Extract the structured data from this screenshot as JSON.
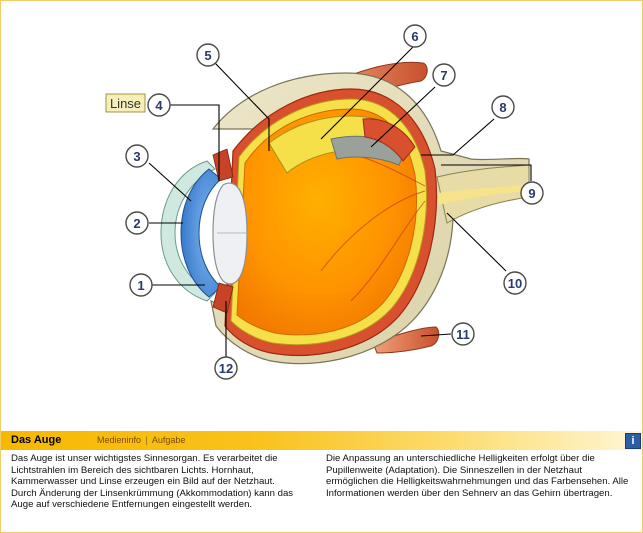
{
  "diagram": {
    "lens_label": "Linse",
    "callouts": [
      "1",
      "2",
      "3",
      "4",
      "5",
      "6",
      "7",
      "8",
      "9",
      "10",
      "11",
      "12"
    ]
  },
  "info_panel": {
    "title": "Das Auge",
    "link_media": "Medieninfo",
    "separator": "|",
    "link_task": "Aufgabe",
    "info_button": "i",
    "text_left": "Das Auge ist unser wichtigstes Sinnesorgan. Es verarbeitet die Lichtstrahlen im Bereich des sichtbaren Lichts. Hornhaut, Kammerwasser und Linse erzeugen ein Bild auf der Netzhaut. Durch Änderung der Linsenkrümmung (Akkommodation) kann das Auge auf verschiedene Entfernungen eingestellt werden.",
    "text_right": "Die Anpassung an unterschiedliche Helligkeiten erfolgt über die Pupillenweite (Adaptation). Die Sinneszellen in der Netzhaut ermöglichen die Helligkeitswahrnehmungen und das Farbensehen. Alle Informationen werden über den Sehnerv an das Gehirn übertragen."
  }
}
